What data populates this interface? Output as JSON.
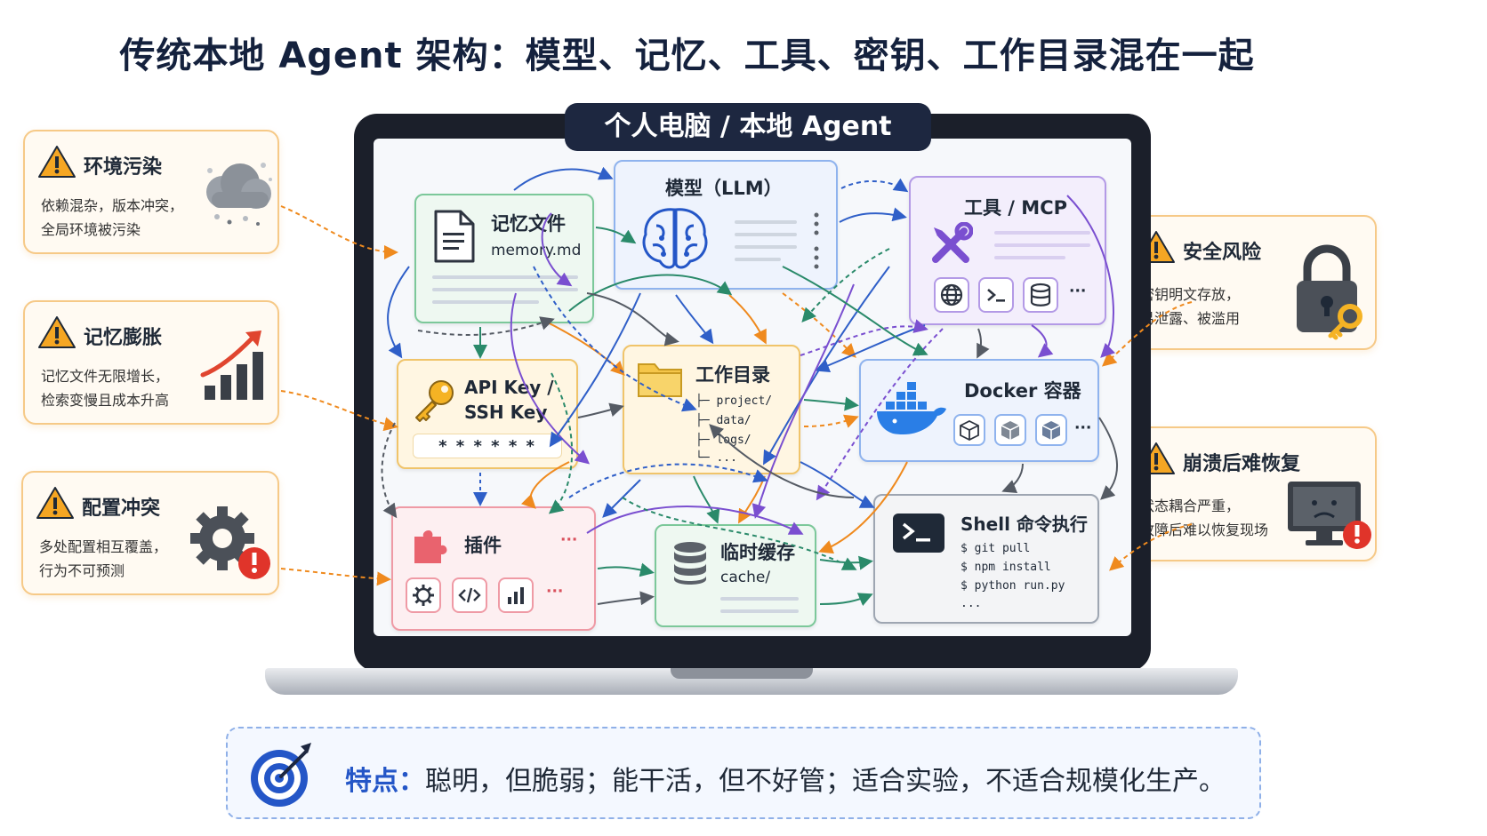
{
  "title": "传统本地 Agent 架构：模型、记忆、工具、密钥、工作目录混在一起",
  "laptop_label": "个人电脑 / 本地 Agent",
  "left_cards": [
    {
      "title": "环境污染",
      "desc1": "依赖混杂，版本冲突，",
      "desc2": "全局环境被污染",
      "icon": "smoke-cloud-icon"
    },
    {
      "title": "记忆膨胀",
      "desc1": "记忆文件无限增长，",
      "desc2": "检索变慢且成本升高",
      "icon": "growth-chart-icon"
    },
    {
      "title": "配置冲突",
      "desc1": "多处配置相互覆盖，",
      "desc2": "行为不可预测",
      "icon": "gear-alert-icon"
    }
  ],
  "right_cards": [
    {
      "title": "安全风险",
      "desc1": "密钥明文存放，",
      "desc2": "易泄露、被滥用",
      "icon": "padlock-icon"
    },
    {
      "title": "崩溃后难恢复",
      "desc1": "状态耦合严重，",
      "desc2": "故障后难以恢复现场",
      "icon": "crashed-monitor-icon"
    }
  ],
  "components": {
    "memory": {
      "title": "记忆文件",
      "file": "memory.md"
    },
    "llm": {
      "title": "模型（LLM）"
    },
    "tools": {
      "title": "工具 / MCP",
      "more": "···"
    },
    "apikey": {
      "title1": "API Key /",
      "title2": "SSH Key",
      "mask": "* * * * * *"
    },
    "workdir": {
      "title": "工作目录",
      "lines": [
        "├─ project/",
        "├─ data/",
        "├─ logs/",
        "└─ ..."
      ]
    },
    "docker": {
      "title": "Docker 容器",
      "more": "···"
    },
    "plugin": {
      "title": "插件",
      "more1": "···",
      "more2": "···"
    },
    "cache": {
      "title": "临时缓存",
      "dir": "cache/"
    },
    "shell": {
      "title": "Shell 命令执行",
      "lines": [
        "$ git pull",
        "$ npm install",
        "$ python run.py",
        "..."
      ]
    }
  },
  "banner": {
    "label": "特点：",
    "text": "聪明，但脆弱；能干活，但不好管；适合实验，不适合规模化生产。"
  },
  "colors": {
    "memory": "#7cc89a",
    "llm": "#8fb3ee",
    "tools": "#b39ae6",
    "apikey": "#f0c46a",
    "workdir": "#f0c46a",
    "docker": "#8fb3ee",
    "plugin": "#ef9aa5",
    "cache": "#7cc89a",
    "shell": "#9ea6b2",
    "warning": "#f5a623",
    "accent_blue": "#2456c7",
    "dark_navy": "#1d2740"
  }
}
